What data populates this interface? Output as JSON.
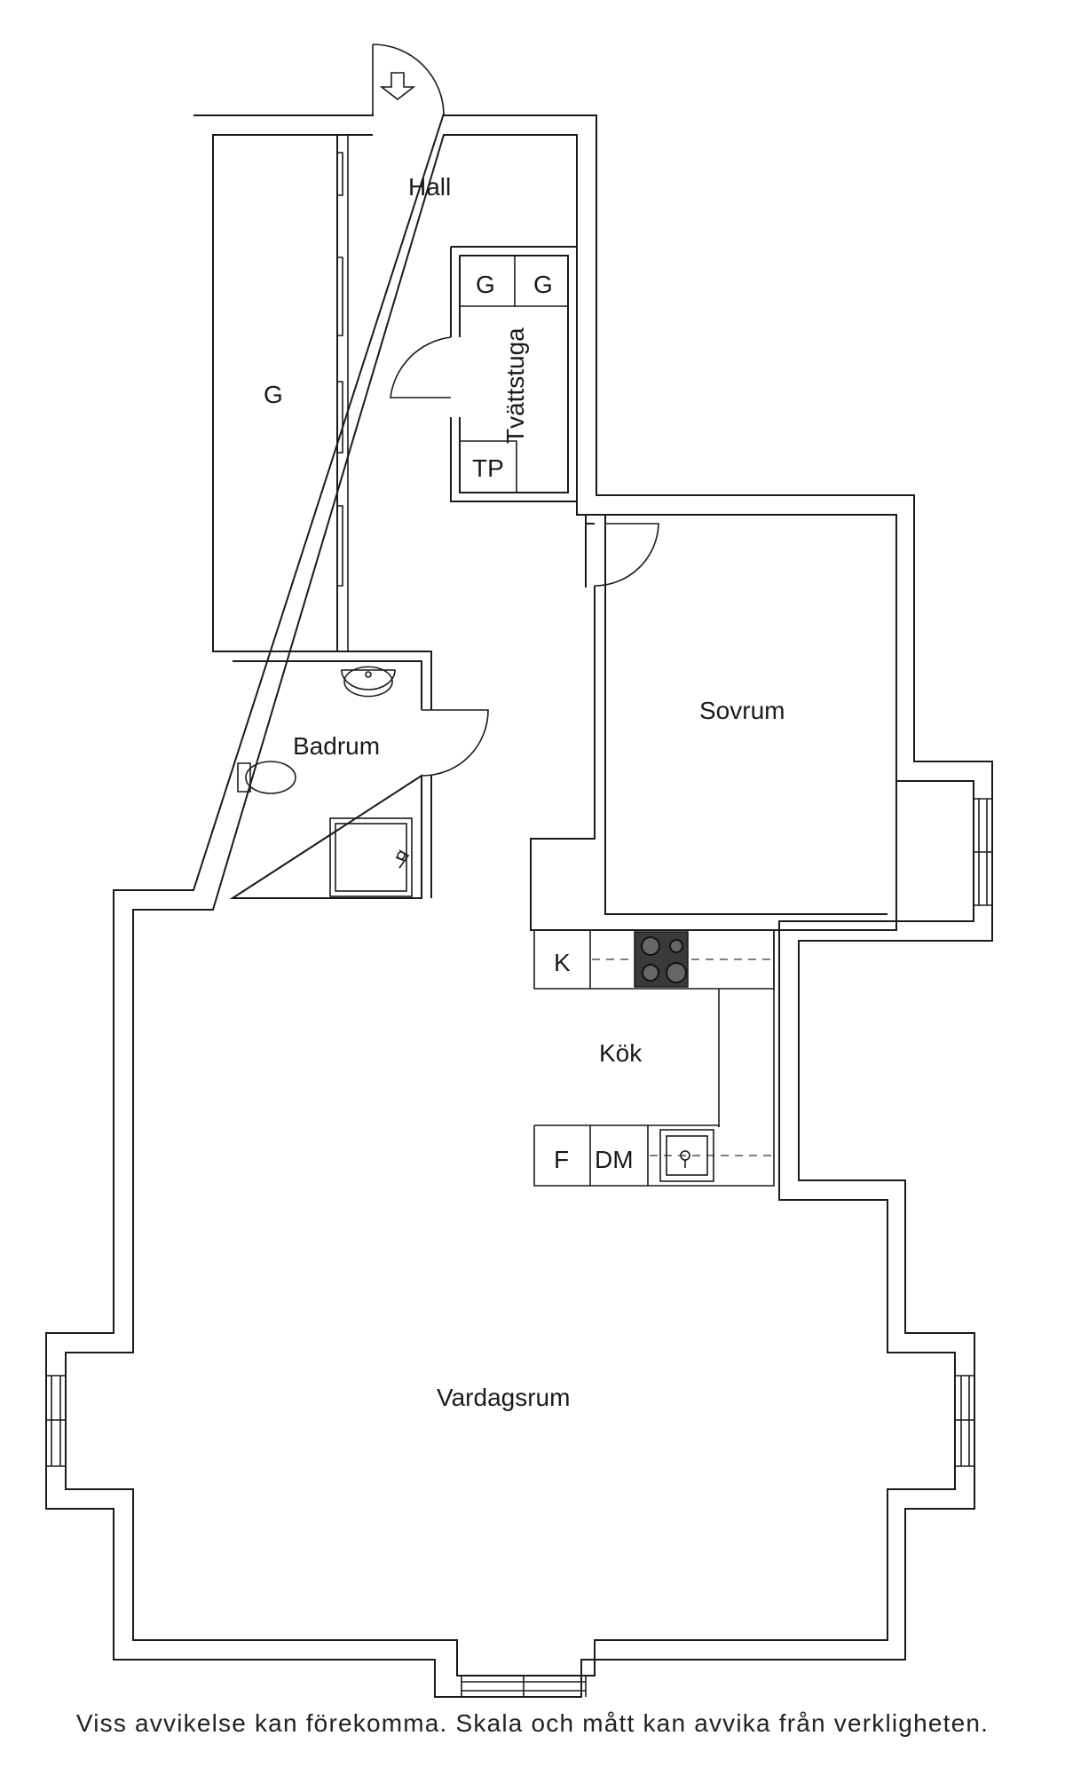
{
  "rooms": {
    "hall": "Hall",
    "storage_main": "G",
    "storage_1": "G",
    "storage_2": "G",
    "laundry": "Tvättstuga",
    "dryer": "TP",
    "bathroom": "Badrum",
    "bedroom": "Sovrum",
    "kitchen": "Kök",
    "fridge_k": "K",
    "freezer_f": "F",
    "dishwasher": "DM",
    "living_room": "Vardagsrum"
  },
  "disclaimer": "Viss avvikelse kan förekomma. Skala och mått kan avvika från verkligheten."
}
